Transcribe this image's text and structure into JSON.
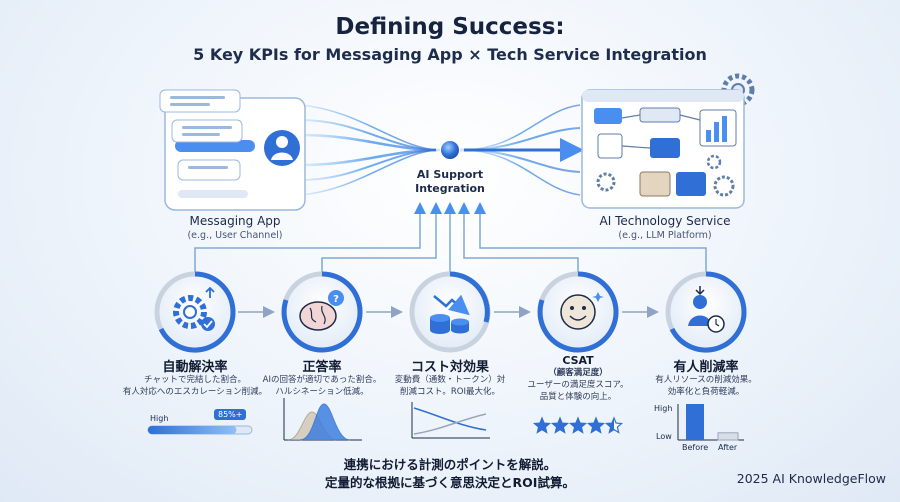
{
  "header": {
    "title": "Defining Success:",
    "subtitle": "5 Key KPIs for Messaging App × Tech Service Integration"
  },
  "messaging_app": {
    "title": "Messaging App",
    "subtitle": "(e.g., User Channel)"
  },
  "center": {
    "line1": "AI Support",
    "line2": "Integration"
  },
  "ai_service": {
    "title": "AI Technology Service",
    "subtitle": "(e.g., LLM Platform)"
  },
  "kpis": [
    {
      "title": "自動解決率",
      "desc1": "チャットで完結した割合。",
      "desc2": "有人対応へのエスカレーション削減。",
      "icon": "gear-check-icon"
    },
    {
      "title": "正答率",
      "desc1": "AIの回答が適切であった割合。",
      "desc2": "ハルシネーション低減。",
      "icon": "brain-question-icon"
    },
    {
      "title": "コスト対効果",
      "desc1": "変動費（通数・トークン）対",
      "desc2": "削減コスト。ROI最大化。",
      "icon": "coins-down-icon"
    },
    {
      "title": "CSAT",
      "title2": "（顧客満足度）",
      "desc1": "ユーザーの満足度スコア。",
      "desc2": "品質と体験の向上。",
      "icon": "smile-icon"
    },
    {
      "title": "有人削減率",
      "desc1": "有人リソースの削減効果。",
      "desc2": "効率化と負荷軽減。",
      "icon": "person-clock-icon"
    }
  ],
  "mini_visuals": {
    "progress": {
      "label": "High",
      "badge": "85%+",
      "value": 0.85
    },
    "stars": {
      "rating": 4.5,
      "max": 5
    },
    "bars": {
      "high_label": "High",
      "low_label": "Low",
      "before_label": "Before",
      "after_label": "After",
      "before": 1.0,
      "after": 0.2
    }
  },
  "footer": {
    "line1": "連携における計測のポイントを解説。",
    "line2": "定量的な根拠に基づく意思決定とROI試算。",
    "copyright": "2025 AI KnowledgeFlow"
  },
  "colors": {
    "primary": "#2f6fd6",
    "accent": "#4a8ef0",
    "dark": "#1d2b4a",
    "ring_gray": "#c9d3e0"
  }
}
